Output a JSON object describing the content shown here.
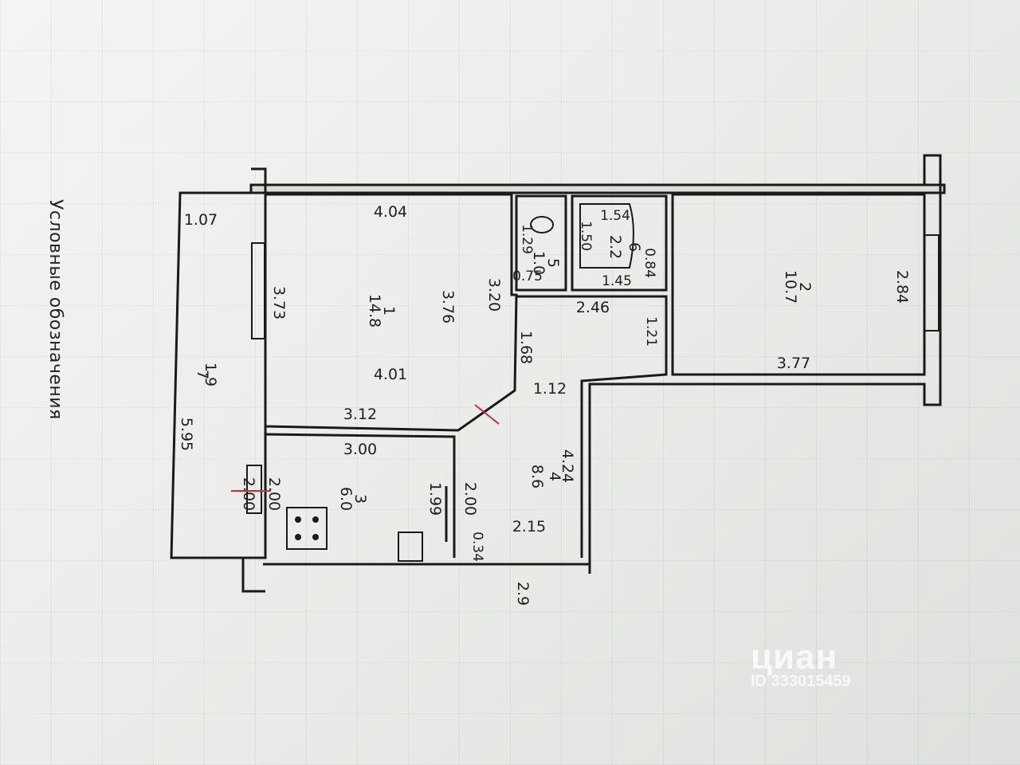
{
  "legend": "Условные обозначения",
  "rooms": {
    "1": {
      "number": "1",
      "area": "14.8"
    },
    "2": {
      "number": "2",
      "area": "10.7"
    },
    "3": {
      "number": "3",
      "area": "6.0"
    },
    "4": {
      "number": "4",
      "area": "8.6"
    },
    "5": {
      "number": "5",
      "area": "1.0"
    },
    "6": {
      "number": "6",
      "area": "2.2"
    },
    "7": {
      "number": "7",
      "area": "1.9"
    }
  },
  "plan": {
    "balcony_width": "1.07",
    "balcony_length": "5.95",
    "room1_top": "4.04",
    "room1_left": "3.73",
    "room1_mid": "3.76",
    "room1_right": "3.20",
    "room1_bottom": "4.01",
    "room1_bottom_wall": "3.12",
    "room5_dims": "1.29",
    "room5_width": "0.75",
    "room6_top": "1.54",
    "room6_side": "1.50",
    "room6_right": "0.84",
    "room6_bottom": "1.45",
    "room2_right": "2.84",
    "room2_bottom": "3.77",
    "room2_door": "1.21",
    "hall_top": "2.46",
    "hall_left": "1.68",
    "hall_mid": "1.12",
    "hall_right": "4.24",
    "hall_bottom": "2.15",
    "kitchen_top": "3.00",
    "kitchen_left": "2.00",
    "kitchen_window": "2.00",
    "kitchen_right": "1.99",
    "partition_length": "2.00",
    "partition_width": "0.34",
    "entry_width": "2.9"
  },
  "watermark": {
    "brand": "циан",
    "id": "ID 333015459"
  }
}
